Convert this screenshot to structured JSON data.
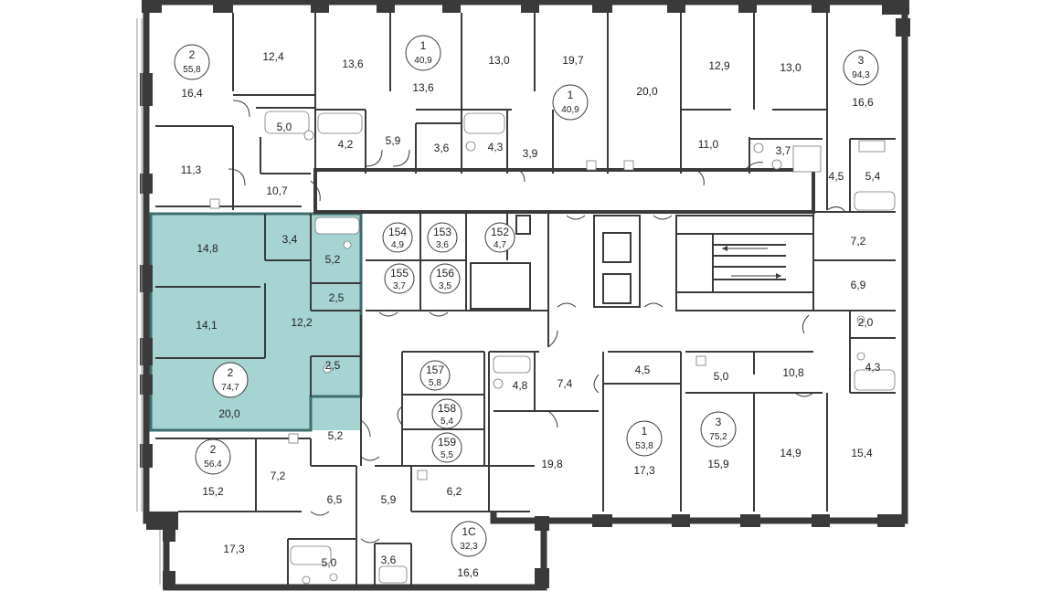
{
  "highlight": {
    "color": "#a6d4d3",
    "border": "#3d6d6e"
  },
  "apartments": [
    {
      "rooms": "2",
      "area": "55,8"
    },
    {
      "rooms": "1",
      "area": "40,9"
    },
    {
      "rooms": "1",
      "area": "40,9"
    },
    {
      "rooms": "3",
      "area": "94,3"
    },
    {
      "rooms": "2",
      "area": "74,7"
    },
    {
      "rooms": "2",
      "area": "56,4"
    },
    {
      "rooms": "1",
      "area": "53,8"
    },
    {
      "rooms": "3",
      "area": "75,2"
    },
    {
      "rooms": "1С",
      "area": "32,3"
    }
  ],
  "storage": [
    {
      "number": "154",
      "area": "4,9"
    },
    {
      "number": "153",
      "area": "3,6"
    },
    {
      "number": "152",
      "area": "4,7"
    },
    {
      "number": "155",
      "area": "3,7"
    },
    {
      "number": "156",
      "area": "3,5"
    },
    {
      "number": "157",
      "area": "5,8"
    },
    {
      "number": "158",
      "area": "5,4"
    },
    {
      "number": "159",
      "area": "5,5"
    }
  ],
  "room_areas": [
    "16,4",
    "12,4",
    "13,6",
    "13,6",
    "13,0",
    "19,7",
    "20,0",
    "12,9",
    "13,0",
    "16,6",
    "5,0",
    "4,2",
    "5,9",
    "3,6",
    "4,3",
    "3,9",
    "11,0",
    "3,7",
    "4,5",
    "5,4",
    "11,3",
    "10,7",
    "7,2",
    "6,9",
    "2,0",
    "4,3",
    "10,8",
    "5,0",
    "4,5",
    "7,4",
    "4,8",
    "19,8",
    "17,3",
    "15,9",
    "14,9",
    "15,4",
    "14,8",
    "3,4",
    "5,2",
    "2,5",
    "14,1",
    "12,2",
    "2,5",
    "20,0",
    "5,2",
    "15,2",
    "7,2",
    "6,5",
    "5,9",
    "6,2",
    "17,3",
    "5,0",
    "3,6",
    "16,6"
  ]
}
